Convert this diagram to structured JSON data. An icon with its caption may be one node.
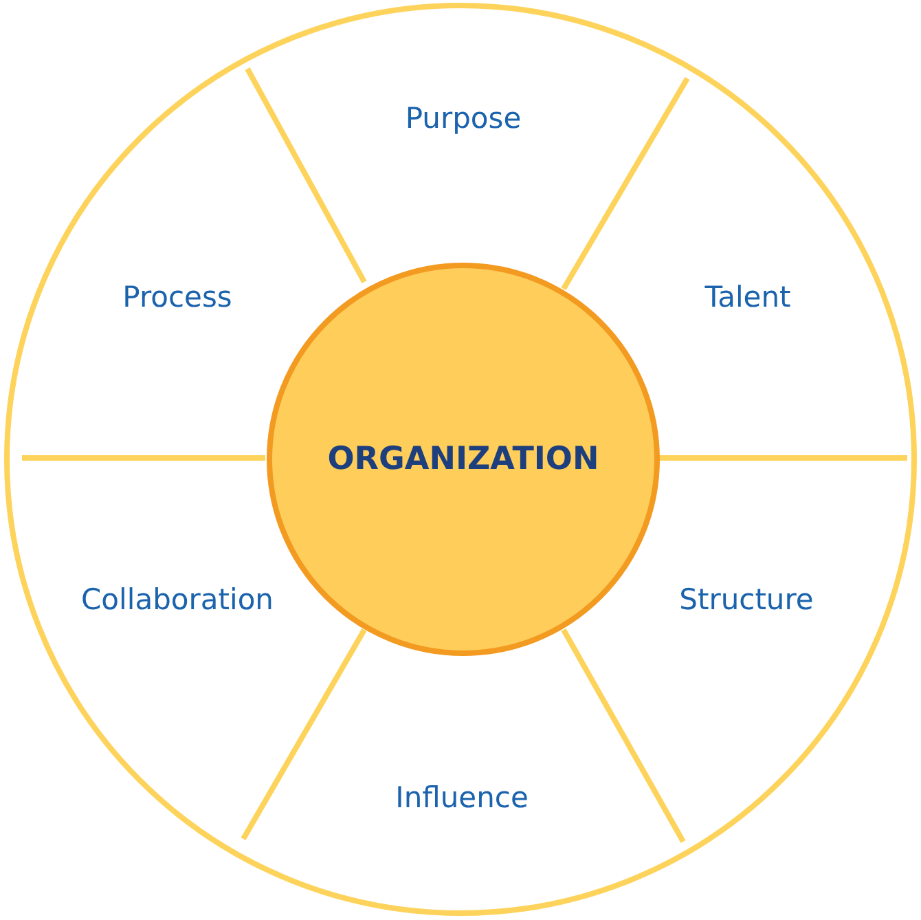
{
  "diagram": {
    "nodes": [
      {
        "text": [],
        "shape": "circle"
      },
      {
        "text": [
          "Purpose"
        ],
        "in": 0
      },
      {
        "text": [
          "Process"
        ],
        "in": 0
      },
      {
        "text": [
          "Talent"
        ],
        "in": 0
      },
      {
        "text": [
          "ORGANIZATION"
        ],
        "in": 0
      },
      {
        "text": [
          "Collaboration"
        ],
        "in": 0
      },
      {
        "text": [
          "Structure"
        ],
        "in": 0
      },
      {
        "text": [
          "Influence"
        ],
        "in": 0
      }
    ],
    "edges": []
  }
}
